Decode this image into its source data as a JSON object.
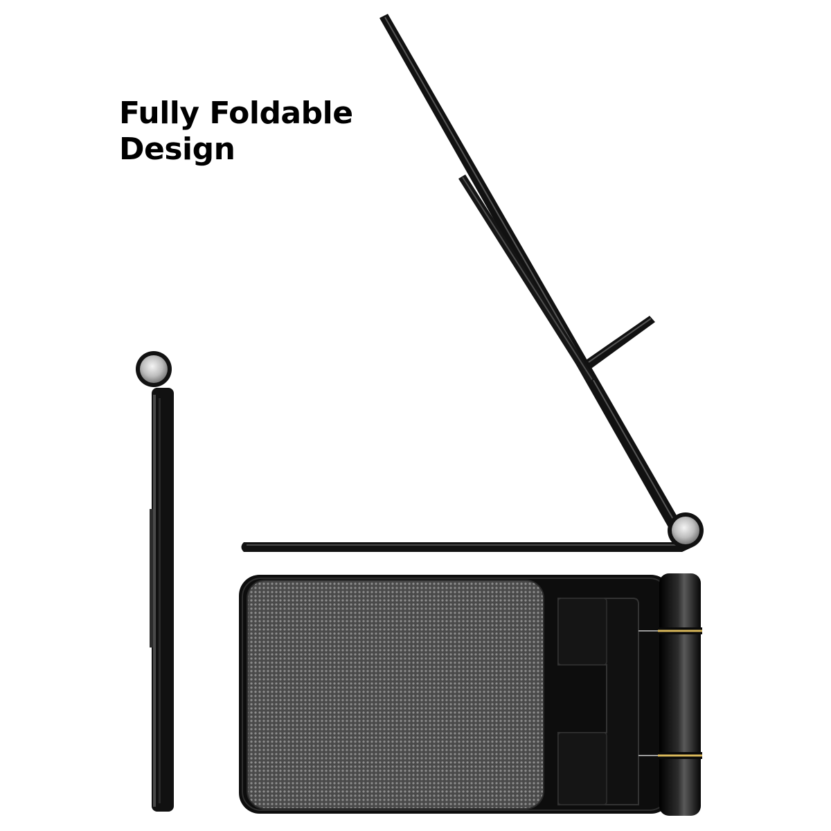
{
  "headline": {
    "line1": "Fully Foldable",
    "line2": "Design"
  },
  "colors": {
    "background": "#ffffff",
    "text": "#000000",
    "stand_body": "#111111",
    "stand_edge": "#3a3a3a",
    "hinge_metal": "#c8c8c8",
    "pad_mesh": "#6a6a6a",
    "pin_gold": "#d9b85a"
  },
  "views": [
    {
      "name": "folded side view"
    },
    {
      "name": "open side view"
    },
    {
      "name": "top view"
    }
  ]
}
